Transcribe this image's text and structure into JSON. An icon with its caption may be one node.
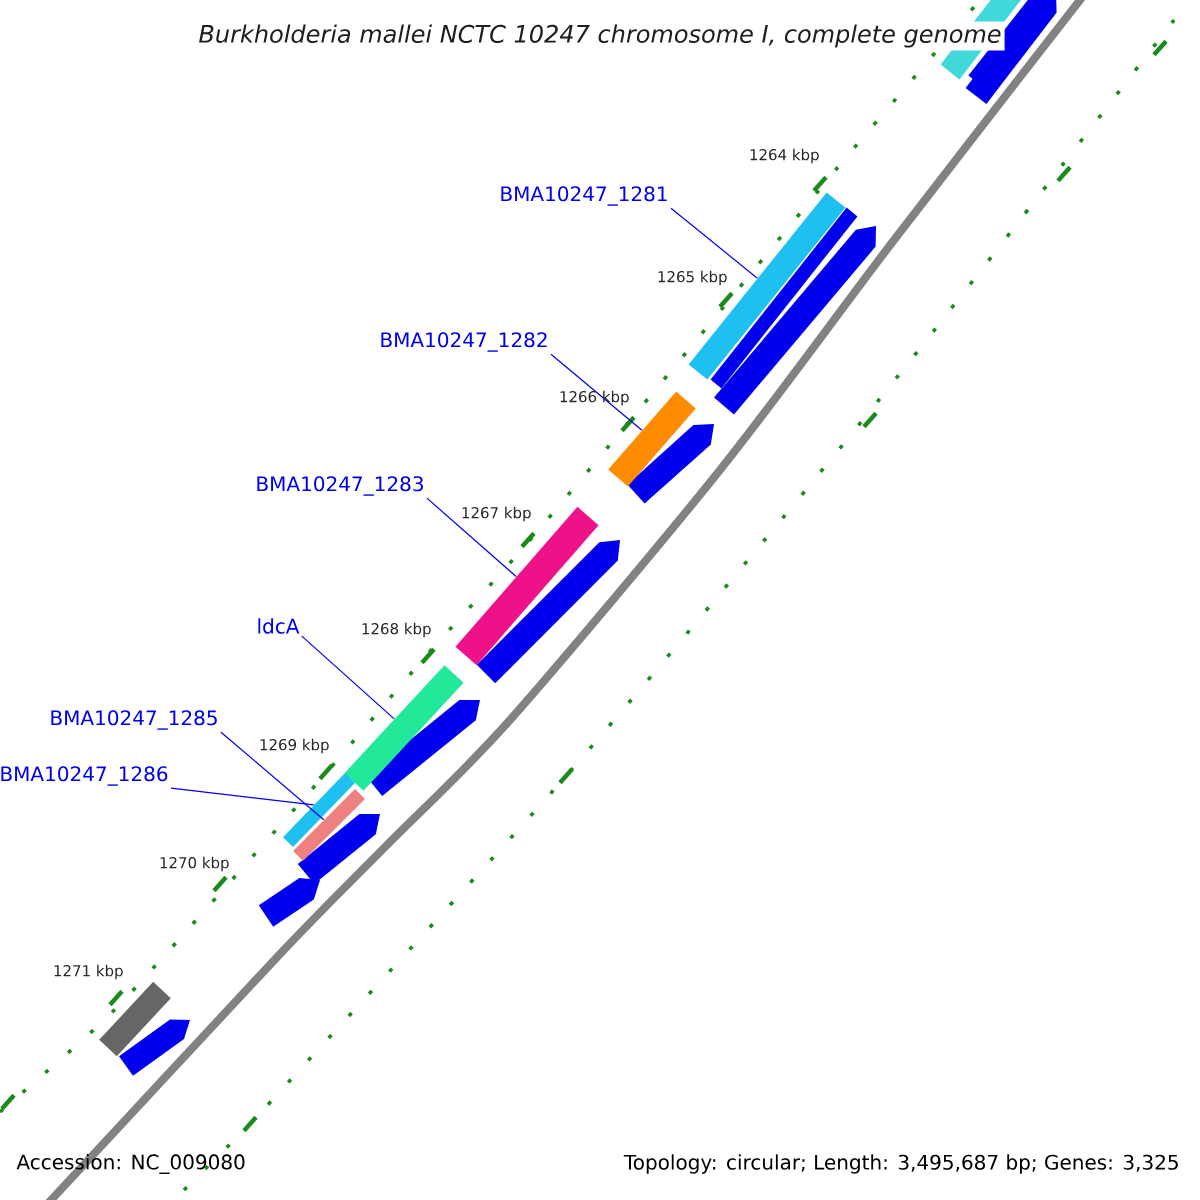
{
  "diagram": {
    "title": "Burkholderia mallei NCTC 10247 chromosome I, complete genome",
    "nodes": [
      {
        "text": [
          "BMA10247_1281"
        ]
      },
      {
        "text": [
          "BMA10247_1282"
        ]
      },
      {
        "text": [
          "BMA10247_1283"
        ]
      },
      {
        "text": [
          "ldcA"
        ]
      },
      {
        "text": [
          "BMA10247_1285"
        ]
      },
      {
        "text": [
          "BMA10247_1286"
        ]
      },
      {
        "text": [],
        "shape": "bar"
      },
      {
        "text": [],
        "shape": "bar"
      },
      {
        "text": [],
        "shape": "bar"
      },
      {
        "text": [],
        "shape": "bar"
      },
      {
        "text": [],
        "shape": "bar"
      },
      {
        "text": [],
        "shape": "bar"
      }
    ],
    "edges": [
      {
        "from": 0,
        "to": 6,
        "arrow": "none"
      },
      {
        "from": 1,
        "to": 7,
        "arrow": "none"
      },
      {
        "from": 2,
        "to": 8,
        "arrow": "none"
      },
      {
        "from": 3,
        "to": 9,
        "arrow": "none"
      },
      {
        "from": 4,
        "to": 11,
        "arrow": "none"
      },
      {
        "from": 5,
        "to": 10,
        "arrow": "none"
      }
    ],
    "labels": [
      "1264 kbp",
      "1265 kbp",
      "1266 kbp",
      "1267 kbp",
      "1268 kbp",
      "1269 kbp",
      "1270 kbp",
      "1271 kbp",
      "Accession: NC_009080",
      "Topology: circular; Length: 3,495,687 bp; Genes: 3,325"
    ]
  }
}
